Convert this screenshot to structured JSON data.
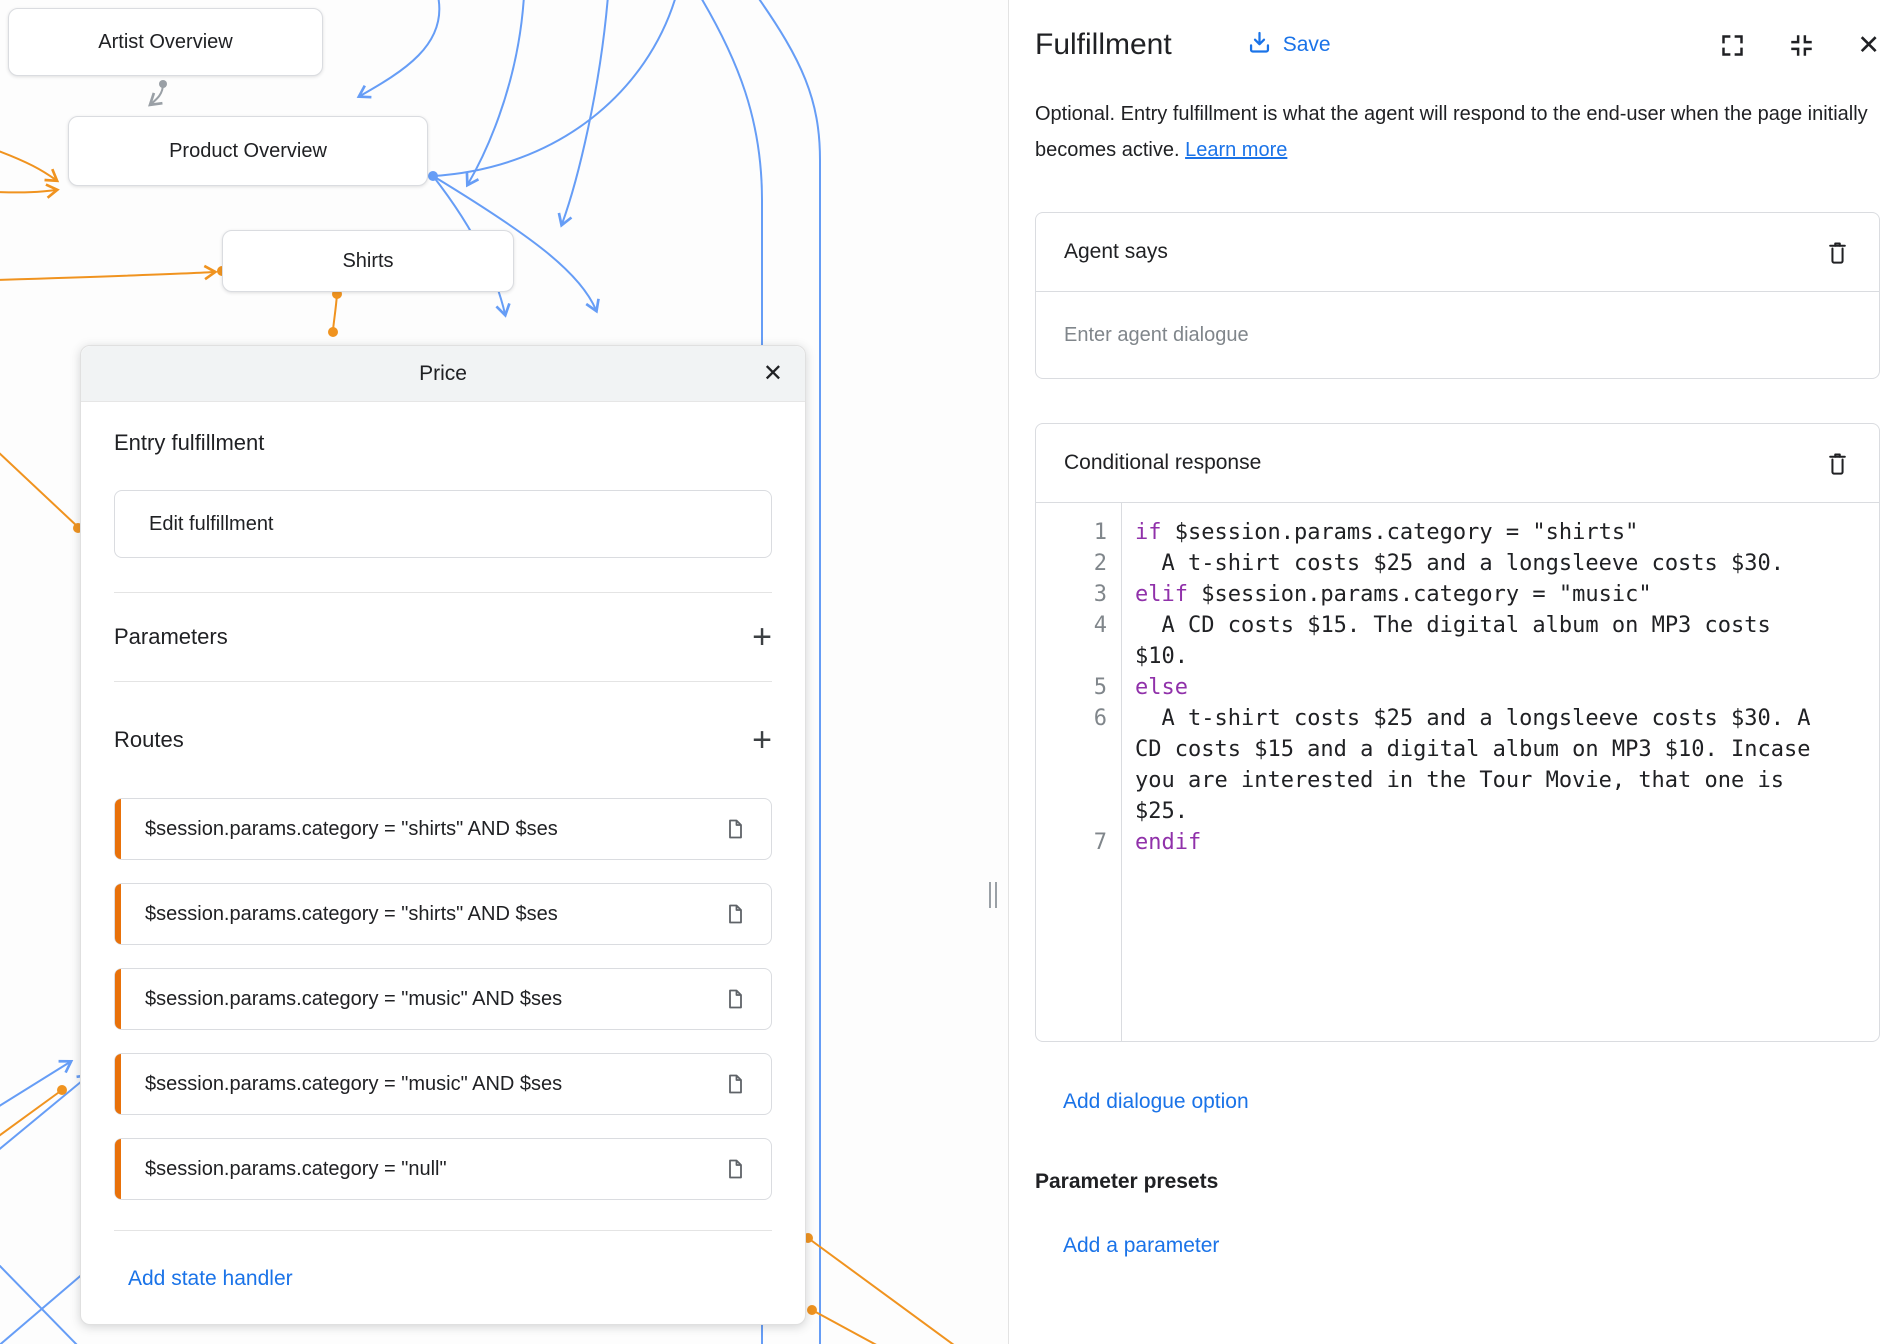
{
  "colors": {
    "accent_blue": "#1a73e8",
    "edge_blue": "#669df6",
    "edge_orange": "#f0931f",
    "route_accent_orange": "#e8710a",
    "code_keyword_purple": "#9031aa"
  },
  "icons": {
    "add_glyph": "+",
    "close_glyph": "✕"
  },
  "canvas": {
    "nodes": {
      "artist_overview": {
        "label": "Artist Overview"
      },
      "product_overview": {
        "label": "Product Overview"
      },
      "shirts": {
        "label": "Shirts"
      }
    },
    "price_panel": {
      "title": "Price",
      "entry_fulfillment_label": "Entry fulfillment",
      "edit_fulfillment_label": "Edit fulfillment",
      "parameters_label": "Parameters",
      "routes_label": "Routes",
      "routes": [
        {
          "condition": "$session.params.category = \"shirts\" AND $ses"
        },
        {
          "condition": "$session.params.category = \"shirts\" AND $ses"
        },
        {
          "condition": "$session.params.category = \"music\" AND $ses"
        },
        {
          "condition": "$session.params.category = \"music\" AND $ses"
        },
        {
          "condition": "$session.params.category = \"null\""
        }
      ],
      "add_state_handler_label": "Add state handler"
    }
  },
  "panel": {
    "title": "Fulfillment",
    "save_label": "Save",
    "description": "Optional. Entry fulfillment is what the agent will respond to the end-user when the page initially becomes active. ",
    "learn_more_label": "Learn more",
    "agent_says": {
      "title": "Agent says",
      "placeholder": "Enter agent dialogue"
    },
    "conditional_response": {
      "title": "Conditional response",
      "code_lines": [
        {
          "num": "1",
          "keyword": "if",
          "body": " $session.params.category = \"shirts\""
        },
        {
          "num": "2",
          "keyword": "",
          "body": "  A t-shirt costs $25 and a longsleeve costs $30."
        },
        {
          "num": "3",
          "keyword": "elif",
          "body": " $session.params.category = \"music\""
        },
        {
          "num": "4",
          "keyword": "",
          "body": "  A CD costs $15. The digital album on MP3 costs $10."
        },
        {
          "num": "5",
          "keyword": "else",
          "body": ""
        },
        {
          "num": "6",
          "keyword": "",
          "body": "  A t-shirt costs $25 and a longsleeve costs $30. A CD costs $15 and a digital album on MP3 $10. Incase you are interested in the Tour Movie, that one is $25."
        },
        {
          "num": "7",
          "keyword": "endif",
          "body": ""
        }
      ]
    },
    "add_dialogue_option_label": "Add dialogue option",
    "parameter_presets_label": "Parameter presets",
    "add_parameter_label": "Add a parameter"
  }
}
